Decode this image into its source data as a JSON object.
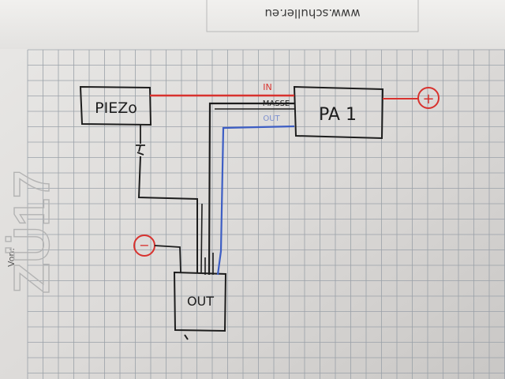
{
  "header": {
    "website": "www.schuller.eu",
    "side_label": "Von:",
    "big_label": "ZÜ17"
  },
  "diagram": {
    "blocks": {
      "piezo": "PIEZo",
      "pa": "PA 1",
      "out": "OUT"
    },
    "wire_labels": {
      "in": "IN",
      "masse": "MASSE",
      "out": "OUT"
    },
    "terminals": {
      "plus": "+",
      "minus": "−"
    },
    "colors": {
      "red": "#d8322e",
      "blue": "#3d5ec4",
      "ink": "#1d1d1d",
      "grid": "#9aa1a8"
    }
  }
}
